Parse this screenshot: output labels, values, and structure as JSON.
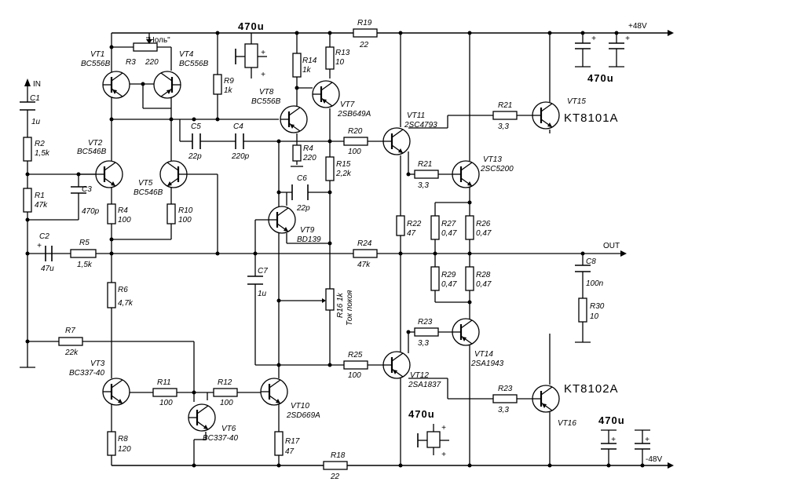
{
  "labels": {
    "in": "IN",
    "out": "OUT",
    "plus48": "+48V",
    "minus48": "-48V",
    "null_label": "\"Ноль\"",
    "cap_470u": "470u",
    "tok_pokoya": "Ток покоя"
  },
  "transistors": {
    "vt1": {
      "ref": "VT1",
      "part": "BC556B"
    },
    "vt2": {
      "ref": "VT2",
      "part": "BC546B"
    },
    "vt3": {
      "ref": "VT3",
      "part": "BC337-40"
    },
    "vt4": {
      "ref": "VT4",
      "part": "BC556B"
    },
    "vt5": {
      "ref": "VT5",
      "part": "BC546B"
    },
    "vt6": {
      "ref": "VT6",
      "part": "BC337-40"
    },
    "vt7": {
      "ref": "VT7",
      "part": "2SB649A"
    },
    "vt8": {
      "ref": "VT8",
      "part": "BC556B"
    },
    "vt9": {
      "ref": "VT9",
      "part": "BD139"
    },
    "vt10": {
      "ref": "VT10",
      "part": "2SD669A"
    },
    "vt11": {
      "ref": "VT11",
      "part": "2SC4793"
    },
    "vt12": {
      "ref": "VT12",
      "part": "2SA1837"
    },
    "vt13": {
      "ref": "VT13",
      "part": "2SC5200"
    },
    "vt14": {
      "ref": "VT14",
      "part": "2SA1943"
    },
    "vt15": {
      "ref": "VT15",
      "part": "KT8101A"
    },
    "vt16": {
      "ref": "VT16",
      "part": "KT8102A"
    }
  },
  "resistors": {
    "r1": {
      "ref": "R1",
      "val": "47k"
    },
    "r2": {
      "ref": "R2",
      "val": "1,5k"
    },
    "r3": {
      "ref": "R3",
      "val": "220"
    },
    "r4a": {
      "ref": "R4",
      "val": "100"
    },
    "r4b": {
      "ref": "R4",
      "val": "220"
    },
    "r5": {
      "ref": "R5",
      "val": "1,5k"
    },
    "r6": {
      "ref": "R6",
      "val": "4,7k"
    },
    "r7": {
      "ref": "R7",
      "val": "22k"
    },
    "r8": {
      "ref": "R8",
      "val": "120"
    },
    "r9": {
      "ref": "R9",
      "val": "1k"
    },
    "r10": {
      "ref": "R10",
      "val": "100"
    },
    "r11": {
      "ref": "R11",
      "val": "100"
    },
    "r12": {
      "ref": "R12",
      "val": "100"
    },
    "r13": {
      "ref": "R13",
      "val": "10"
    },
    "r14": {
      "ref": "R14",
      "val": "1k"
    },
    "r15": {
      "ref": "R15",
      "val": "2,2k"
    },
    "r16": {
      "ref": "R16",
      "val": "1k"
    },
    "r17": {
      "ref": "R17",
      "val": "47"
    },
    "r18": {
      "ref": "R18",
      "val": "22"
    },
    "r19": {
      "ref": "R19",
      "val": "22"
    },
    "r20": {
      "ref": "R20",
      "val": "100"
    },
    "r21a": {
      "ref": "R21",
      "val": "3,3"
    },
    "r21b": {
      "ref": "R21",
      "val": "3,3"
    },
    "r22": {
      "ref": "R22",
      "val": "47"
    },
    "r23a": {
      "ref": "R23",
      "val": "3,3"
    },
    "r23b": {
      "ref": "R23",
      "val": "3,3"
    },
    "r24": {
      "ref": "R24",
      "val": "47k"
    },
    "r25": {
      "ref": "R25",
      "val": "100"
    },
    "r26": {
      "ref": "R26",
      "val": "0,47"
    },
    "r27": {
      "ref": "R27",
      "val": "0,47"
    },
    "r28": {
      "ref": "R28",
      "val": "0,47"
    },
    "r29": {
      "ref": "R29",
      "val": "0,47"
    },
    "r30": {
      "ref": "R30",
      "val": "10"
    }
  },
  "capacitors": {
    "c1": {
      "ref": "C1",
      "val": "1u"
    },
    "c2": {
      "ref": "C2",
      "val": "47u"
    },
    "c3": {
      "ref": "C3",
      "val": "470p"
    },
    "c4": {
      "ref": "C4",
      "val": "220p"
    },
    "c5": {
      "ref": "C5",
      "val": "22p"
    },
    "c6": {
      "ref": "C6",
      "val": "22p"
    },
    "c7": {
      "ref": "C7",
      "val": "1u"
    },
    "c8": {
      "ref": "C8",
      "val": "100n"
    }
  }
}
